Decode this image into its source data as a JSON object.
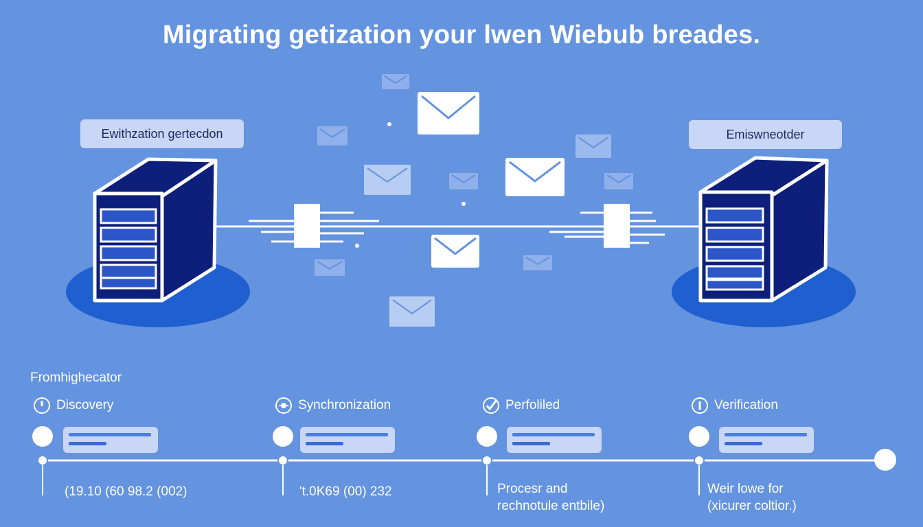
{
  "title": "Migrating getization your lwen Wiebub breades.",
  "source_label": "Ewithzation gertecdon",
  "target_label": "Emiswneotder",
  "timeline": {
    "heading": "Fromhighecator",
    "stages": [
      {
        "label": "Discovery",
        "icon": "clock-icon",
        "note": "(19.10 (60 98.2 (002)"
      },
      {
        "label": "Synchronization",
        "icon": "sync-icon",
        "note": "'t.0K69 (00) 232"
      },
      {
        "label": "Perfoliled",
        "icon": "check-icon",
        "note": "Procesr and\nrechnotule entbile)"
      },
      {
        "label": "Verification",
        "icon": "info-icon",
        "note": "Weir lowe for\n(xicurer coltior.)"
      }
    ]
  },
  "colors": {
    "background": "#6493df",
    "server_dark": "#0d1f7a",
    "server_shadow": "#1f5fcf",
    "card": "#c8d7f5"
  }
}
